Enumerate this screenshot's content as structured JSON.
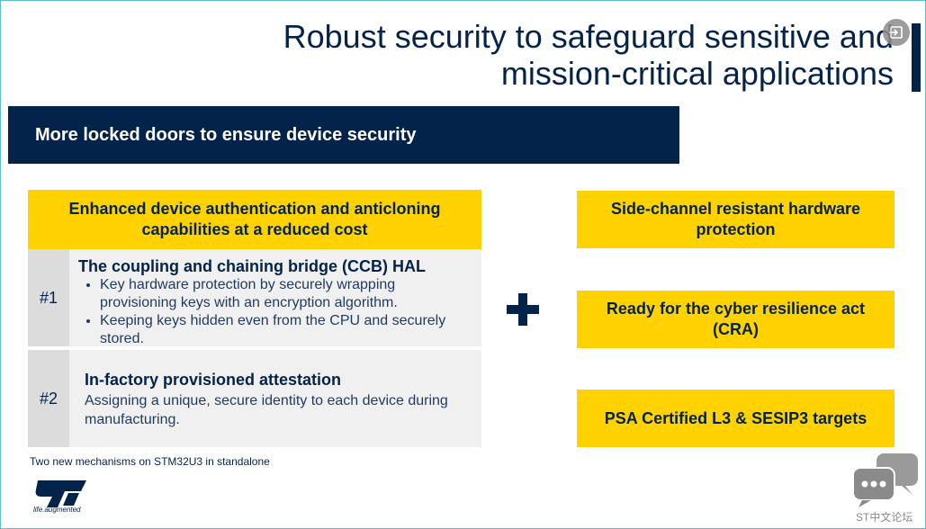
{
  "slide": {
    "title_line1": "Robust security to safeguard sensitive and",
    "title_line2": "mission-critical applications",
    "banner": "More locked doors to ensure device security",
    "left_header": "Enhanced device authentication and anticloning capabilities at a reduced cost",
    "mechanisms": [
      {
        "number": "#1",
        "title": "The coupling and chaining bridge (CCB) HAL",
        "bullets": [
          "Key hardware protection by securely wrapping provisioning keys with an encryption algorithm.",
          "Keeping keys hidden even from the CPU and securely stored."
        ]
      },
      {
        "number": "#2",
        "title": "In-factory provisioned attestation",
        "description": "Assigning a unique, secure identity to each device during manufacturing."
      }
    ],
    "right_boxes": [
      "Side-channel resistant hardware protection",
      "Ready for the cyber resilience act (CRA)",
      "PSA Certified L3 & SESIP3 targets"
    ],
    "footnote": "Two new mechanisms on STM32U3 in standalone",
    "logo_tagline": "life.augmented",
    "watermark": "ST中文论坛"
  },
  "icons": {
    "exit": "exit-fullscreen-icon",
    "plus": "plus-icon",
    "logo": "st-logo-icon",
    "chat": "chat-bubbles-icon"
  },
  "colors": {
    "navy": "#03234b",
    "yellow": "#ffd200",
    "gray_light": "#f0f0f0",
    "gray_mid": "#dcdcdc"
  }
}
